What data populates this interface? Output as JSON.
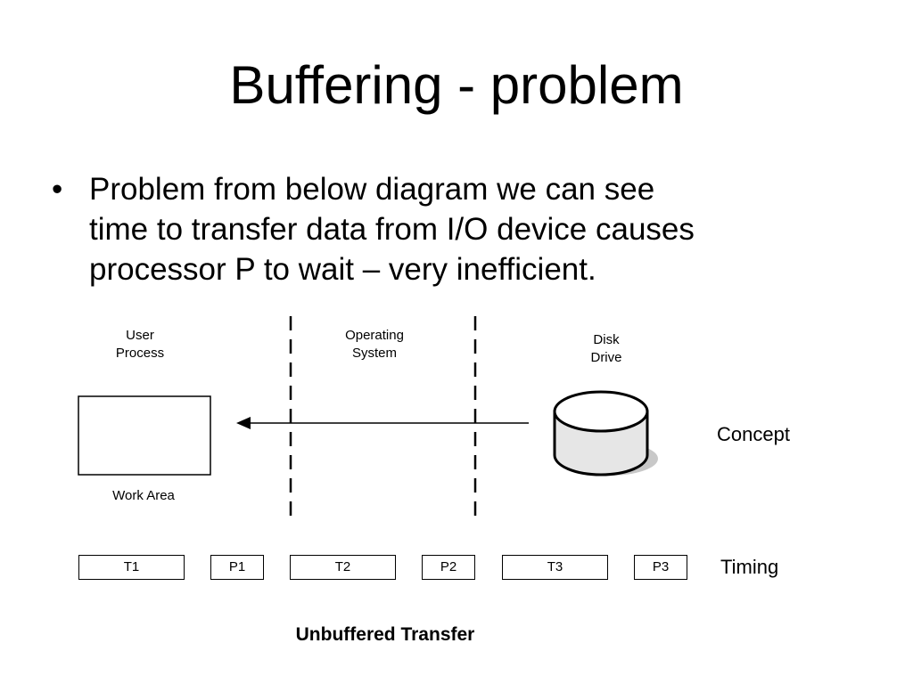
{
  "slide": {
    "title": "Buffering - problem",
    "bullet_symbol": "•",
    "bullet_lines": [
      "Problem from below diagram we can see",
      "time to transfer data from I/O device causes",
      "processor P to wait – very inefficient."
    ]
  },
  "diagram": {
    "columns": {
      "user_process": [
        "User",
        "Process"
      ],
      "operating_system": [
        "Operating",
        "System"
      ],
      "disk_drive": [
        "Disk",
        "Drive"
      ]
    },
    "work_area_label": "Work Area",
    "concept_label": "Concept",
    "timing_label": "Timing",
    "timing_boxes": [
      "T1",
      "P1",
      "T2",
      "P2",
      "T3",
      "P3"
    ],
    "caption": "Unbuffered Transfer"
  }
}
